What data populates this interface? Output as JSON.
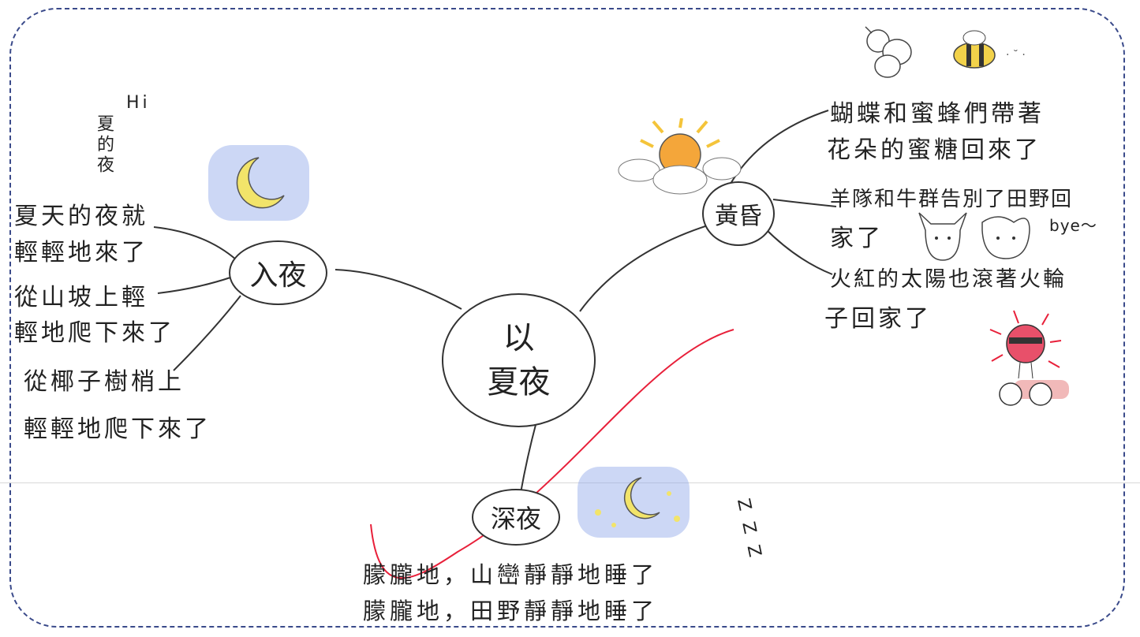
{
  "center": {
    "line1": "以",
    "line2": "夏夜"
  },
  "nodes": {
    "ruye": "入夜",
    "huanghun": "黃昏",
    "shenye": "深夜"
  },
  "ruye_branches": {
    "greeting": "Hi",
    "note": "夏的夜",
    "b1_l1": "夏天的夜就",
    "b1_l2": "輕輕地來了",
    "b2_l1": "從山坡上輕",
    "b2_l2": "輕地爬下來了",
    "b3_l1": "從椰子樹梢上",
    "b3_l2": "輕輕地爬下來了"
  },
  "huanghun_branches": {
    "b1_l1": "蝴蝶和蜜蜂們帶著",
    "b1_l2": "花朵的蜜糖回來了",
    "b2_l1": "羊隊和牛群告別了田野回",
    "b2_l2": "家了",
    "bye": "bye～",
    "b3_l1": "火紅的太陽也滾著火輪",
    "b3_l2": "子回家了"
  },
  "shenye_branches": {
    "l1": "朦朧地，山巒靜靜地睡了",
    "l2": "朦朧地，田野靜靜地睡了",
    "zzz": "Z Z Z"
  },
  "colors": {
    "frame": "#3a4a8a",
    "ink": "#222222",
    "red_stroke": "#e8203a",
    "moon": "#f2e46a",
    "night_sky": "#8fa6e8",
    "sun": "#f4a63a"
  }
}
